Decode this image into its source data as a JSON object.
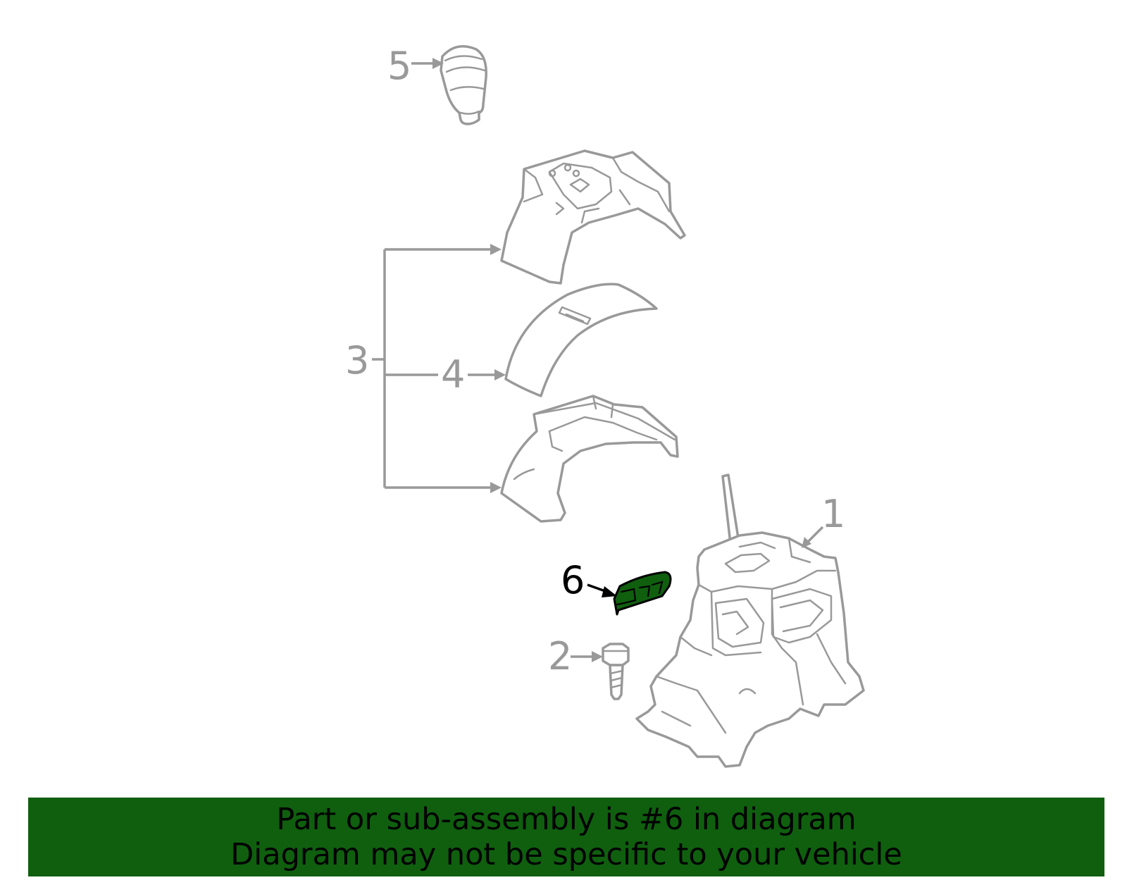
{
  "callouts": {
    "c1": "1",
    "c2": "2",
    "c3": "3",
    "c4": "4",
    "c5": "5",
    "c6": "6"
  },
  "highlighted_part": "6",
  "colors": {
    "line_art": "#999999",
    "highlight_fill": "#0f5f0f",
    "banner_background": "#0f5f0f",
    "banner_text": "#000000"
  },
  "banner": {
    "line1": "Part or sub-assembly is #6 in diagram",
    "line2": "Diagram may not be specific to your vehicle"
  }
}
